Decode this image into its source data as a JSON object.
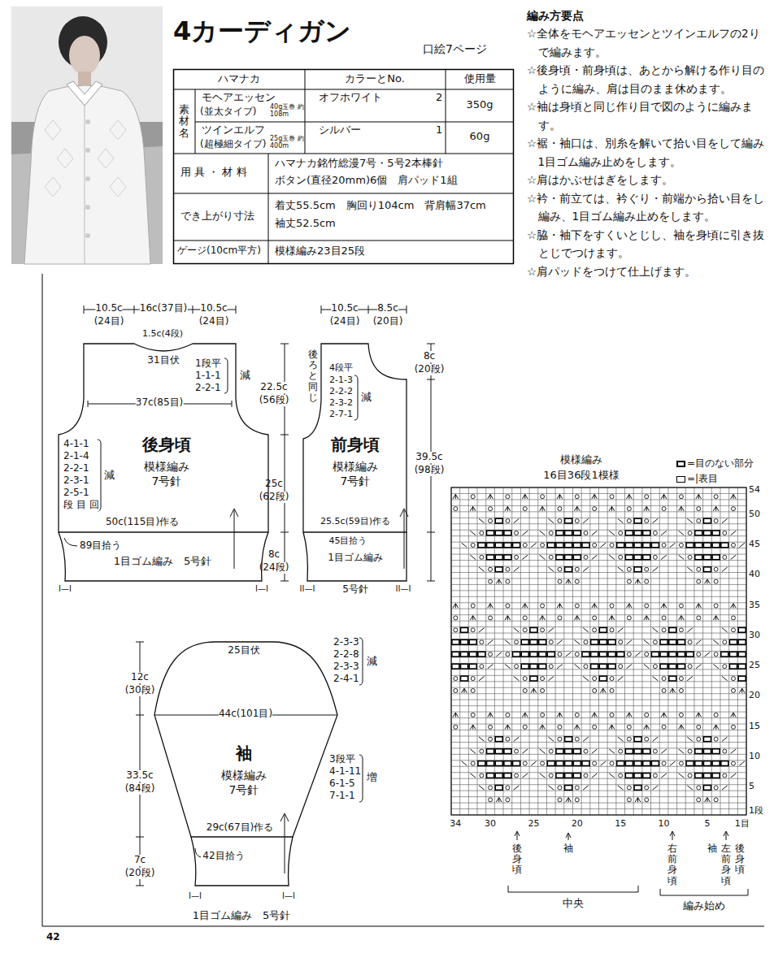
{
  "diagram": {
    "title": "4カーディガン",
    "nodes": [
      {
        "text": [
          "後身頃",
          "模様編み",
          "7号針"
        ]
      },
      {
        "text": [
          "前身頃",
          "模様編み",
          "7号針"
        ]
      },
      {
        "text": [
          "袖",
          "模様編み",
          "7号針"
        ]
      },
      {
        "text": [
          "模様編み",
          "16目36段1模様"
        ]
      }
    ],
    "labels": [
      "口絵7ページ",
      "素材名",
      "ハマナカ",
      "カラーとNo.",
      "使用量",
      "モヘアエッセン",
      "(並太タイプ)",
      "40g玉巻 約108m",
      "オフホワイト",
      "2",
      "350g",
      "ツインエルフ",
      "(超極細タイプ)",
      "25g玉巻 約400m",
      "シルバー",
      "1",
      "60g",
      "用 具 ・ 材 料",
      "ハマナカ銘竹総漫7号・5号2本棒針",
      "ボタン(直径20mm)6個　肩パッド1組",
      "でき上がり寸法",
      "着丈55.5cm　胸回り104cm　背肩幅37cm",
      "袖丈52.5cm",
      "ゲージ(10cm平方)",
      "模様編み23目25段",
      "編み方要点",
      "☆全体をモヘアエッセンとツインエルフの2りで編みます。",
      "☆後身頃・前身頃は、あとから解ける作り目のように編み、肩は目のまま休めます。",
      "☆袖は身頃と同じ作り目で図のように編みます。",
      "☆裾・袖口は、別糸を解いて拾い目をして編み1目ゴム編み止めをします。",
      "☆肩はかぶせはぎをします。",
      "☆衿・前立ては、衿ぐり・前端から拾い目をし編み、1目ゴム編み止めをします。",
      "☆脇・袖下をすくいとじし、袖を身頃に引き抜とじでつけます。",
      "☆肩パッドをつけて仕上げます。",
      "10.5c",
      "(24目)",
      "16c(37目)",
      "10.5c",
      "(24目)",
      "1.5c(4段)",
      "31目伏",
      "1段平",
      "1-1-1",
      "2-2-1",
      "減",
      "37c(85目)",
      "4-1-1",
      "2-1-4",
      "2-2-1",
      "2-3-1",
      "2-5-1",
      "段 目 回",
      "減",
      "50c(115目)作る",
      "89目拾う",
      "1目ゴム編み　5号針",
      "I—I",
      "I—I",
      "22.5c",
      "(56段)",
      "25c",
      "(62段)",
      "8c",
      "(24段)",
      "10.5c",
      "(24目)",
      "8.5c",
      "(20目)",
      "後ろと同じ",
      "4段平",
      "2-1-3",
      "2-2-2",
      "2-3-2",
      "2-7-1",
      "減",
      "8c",
      "(20段)",
      "39.5c",
      "(98段)",
      "25.5c(59目)作る",
      "45目拾う",
      "1目ゴム編み",
      "5号針",
      "II—I",
      "II—I",
      "25目伏",
      "2-3-3",
      "2-2-8",
      "2-3-3",
      "2-4-1",
      "減",
      "12c",
      "(30段)",
      "44c(101目)",
      "33.5c",
      "(84段)",
      "3段平",
      "4-1-11",
      "6-1-5",
      "7-1-1",
      "増",
      "29c(67目)作る",
      "42目拾う",
      "7c",
      "(20段)",
      "I—I",
      "I—I",
      "1目ゴム編み　5号針",
      "54",
      "50",
      "45",
      "40",
      "35",
      "30",
      "25",
      "20",
      "15",
      "10",
      "5",
      "1段",
      "34",
      "30",
      "25",
      "20",
      "15",
      "10",
      "5",
      "1目",
      "後身頃",
      "袖",
      "右前身頃",
      "袖",
      "左前身頃",
      "後身頃",
      "中央",
      "編み始め",
      "42"
    ],
    "legend": [
      {
        "text": "=目のない部分"
      },
      {
        "text": "=|表目"
      }
    ]
  }
}
